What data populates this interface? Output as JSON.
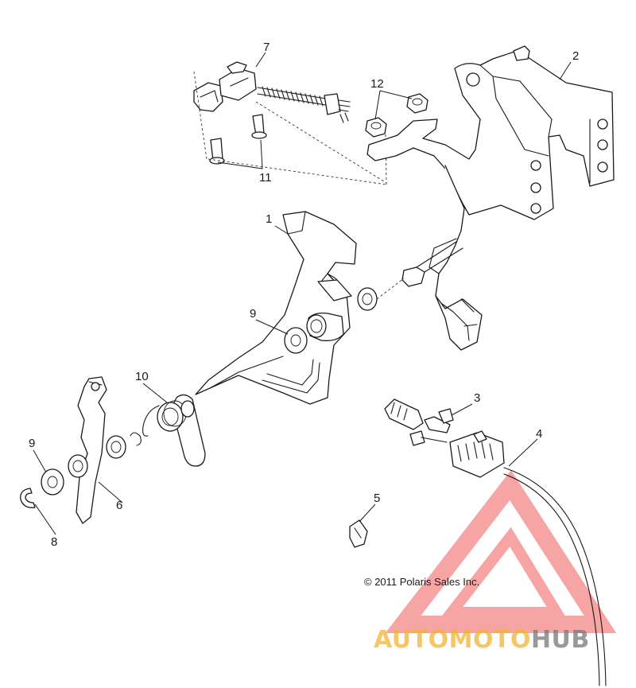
{
  "diagram": {
    "callouts": [
      "1",
      "2",
      "3",
      "4",
      "5",
      "6",
      "7",
      "8",
      "9",
      "9",
      "10",
      "11",
      "12"
    ],
    "copyright": "© 2011 Polaris Sales Inc."
  },
  "watermark": {
    "text_a": "AUTOMOTO",
    "text_b": "HUB",
    "color_a": "#f2b233",
    "color_b": "#777777",
    "logo_color": "#f05a5a"
  }
}
